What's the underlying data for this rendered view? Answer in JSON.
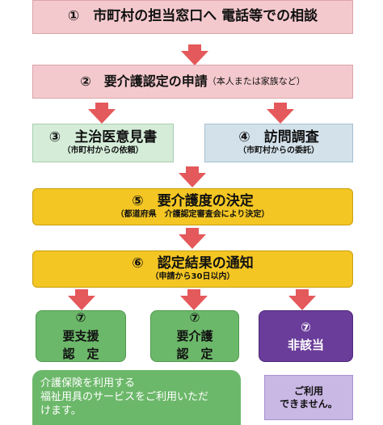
{
  "steps": {
    "s1": {
      "title": "①　市町村の担当窓口へ 電話等での相談"
    },
    "s2": {
      "title": "②　要介護認定の申請",
      "sub": "（本人または家族など）"
    },
    "s3": {
      "title": "③　主治医意見書",
      "sub": "（市町村からの依頼）"
    },
    "s4": {
      "title": "④　訪問調査",
      "sub": "（市町村からの委託）"
    },
    "s5": {
      "title": "⑤　要介護度の決定",
      "sub": "（都道府県　介護認定審査会により決定）"
    },
    "s6": {
      "title": "⑥　認定結果の通知",
      "sub": "（申請から30日以内）"
    }
  },
  "results": [
    {
      "num": "⑦",
      "line1": "要支援",
      "line2": "認　定"
    },
    {
      "num": "⑦",
      "line1": "要介護",
      "line2": "認　定"
    },
    {
      "num": "⑦",
      "line1": "非該当",
      "line2": ""
    }
  ],
  "notes": {
    "green": {
      "line1": "介護保険を利用する",
      "line2": "福祉用具のサービスをご利用いただ",
      "line3": "けます。"
    },
    "purple": {
      "line1": "ご利用",
      "line2": "できません。"
    }
  },
  "colors": {
    "arrow": "#e4595b",
    "pink": "#f4c9cd",
    "green_light": "#d4ecd8",
    "blue_light": "#d3e1ea",
    "yellow": "#f4c623",
    "green_result": "#6cb86a",
    "purple_result": "#6a3d9a",
    "purple_note": "#c9b7e4"
  }
}
